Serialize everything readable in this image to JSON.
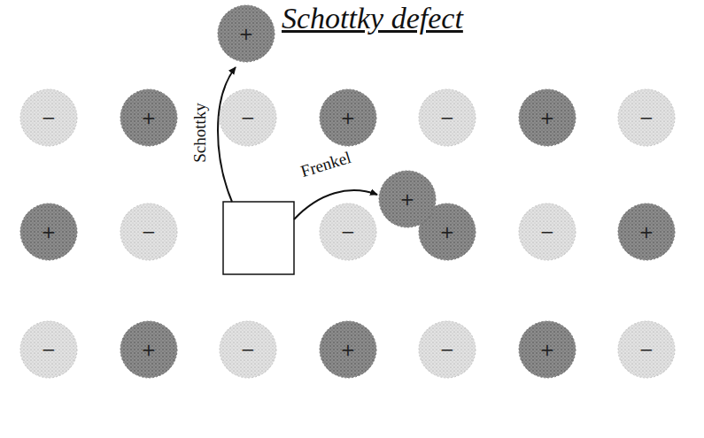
{
  "diagram": {
    "title": "Schottky defect",
    "nodes": [
      {
        "text": [
          "+"
        ]
      },
      {
        "text": [
          "−"
        ]
      },
      {
        "text": [
          "+"
        ]
      },
      {
        "text": [
          "−"
        ]
      },
      {
        "text": [
          "+"
        ]
      },
      {
        "text": [
          "−"
        ]
      },
      {
        "text": [
          "+"
        ]
      },
      {
        "text": [
          "−"
        ]
      },
      {
        "text": [
          "+"
        ]
      },
      {
        "text": [
          "+"
        ]
      },
      {
        "text": [
          "−"
        ]
      },
      {
        "text": [
          "−"
        ]
      },
      {
        "text": [
          "+"
        ]
      },
      {
        "text": [
          "−"
        ]
      },
      {
        "text": [
          "+"
        ]
      },
      {
        "text": [
          "−"
        ]
      },
      {
        "text": [
          "+"
        ]
      },
      {
        "text": [
          "−"
        ]
      },
      {
        "text": [
          "+"
        ]
      },
      {
        "text": [
          "−"
        ]
      },
      {
        "text": [
          "+"
        ]
      },
      {
        "text": [
          "−"
        ]
      }
    ],
    "labels": [
      "Schottky",
      "Frenkel"
    ]
  }
}
